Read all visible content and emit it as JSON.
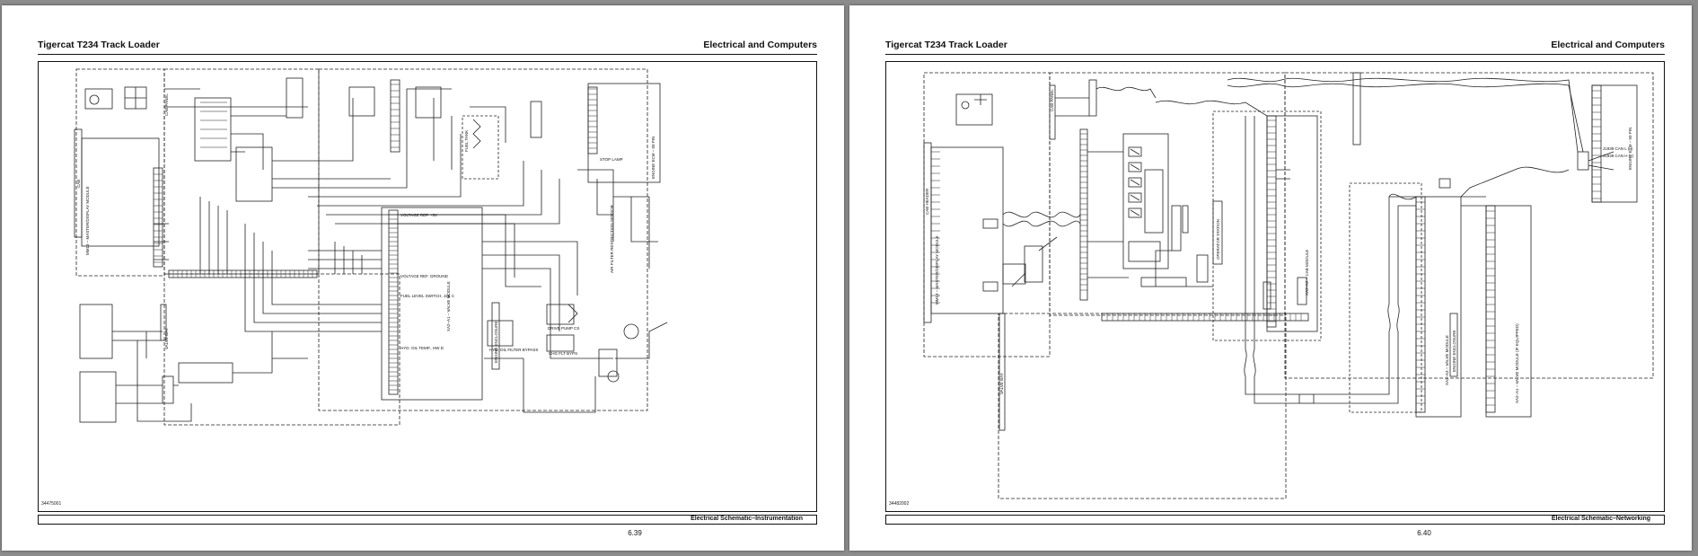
{
  "pages": [
    {
      "header_left": "Tigercat T234 Track Loader",
      "header_right": "Electrical and Computers",
      "figure_id": "34475001",
      "footer_caption": "Electrical Schematic–Instrumentation",
      "page_number": "6.39",
      "labels": {
        "cab": "CAB",
        "cab_panel": "CAB PANEL",
        "valve_bay": "VALVE BAY",
        "engine_enclosure": "ENGINE ENCLOSURE",
        "fuel_tank": "FUEL TANK",
        "engine_ecm": "ENGINE ECM – 50 PIN",
        "stop_lamp": "STOP LAMP",
        "air_filter": "AIR FILTER RESTRICTION SENSOR",
        "voltage_ref": "VOLTAGE REF. +5V",
        "voltage_ground": "VOLTAGE REF. GROUND",
        "fuel_level": "FUEL LEVEL SWITCH, J2K C",
        "hyd_temp": "HYD. OIL TEMP., HW D",
        "mm_module": "MM13 – MASTER/DISPLAY MODULE",
        "xa2_module": "XA2–A1 – VALVE MODULE",
        "hyd_filter": "HYD. OIL FILTER BYPASS",
        "drive_pump": "DRIVE PUMP CS",
        "chg_filter": "CHG FLT BYPS"
      }
    },
    {
      "header_left": "Tigercat T234 Track Loader",
      "header_right": "Electrical and Computers",
      "figure_id": "34482002",
      "footer_caption": "Electrical Schematic–Networking",
      "page_number": "6.40",
      "labels": {
        "cab_header": "CAB HEADER",
        "cab_panel": "CAB PANEL",
        "valve_bay": "VALVE BAY",
        "operator_station": "OPERATOR STATION",
        "engine_enclosure": "ENGINE ENCLOSURE",
        "mm_module": "MM13 – MASTER/DISPLAY MODULE",
        "xa2_a2": "XA2–A2 – CAB MODULE",
        "xa2_a3": "XA2–A3 – VALVE MODULE",
        "xa2_a1": "XA2–A1 – VALVE MODULE (IF EQUIPPED)",
        "engine_ecm": "ENGINE ECM – 50 PIN",
        "can_l": "J1939 CAN L (–)",
        "can_h": "J1939 CAN H (+)"
      }
    }
  ]
}
